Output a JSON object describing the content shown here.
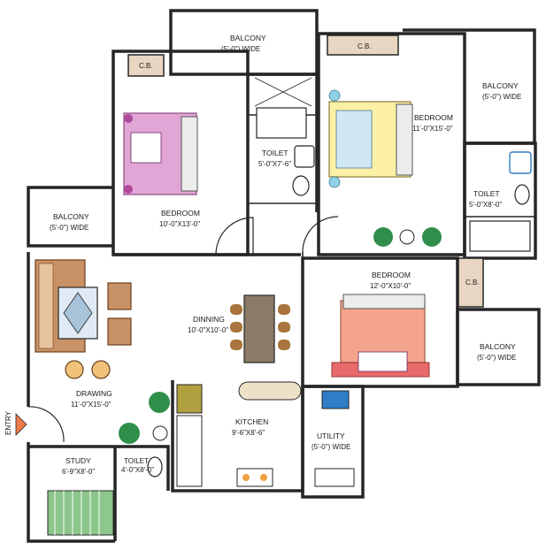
{
  "rooms": {
    "balcony_top": {
      "name": "BALCONY",
      "dim": "(5'-0\") WIDE"
    },
    "balcony_right_top": {
      "name": "BALCONY",
      "dim": "(5'-0\") WIDE"
    },
    "balcony_left": {
      "name": "BALCONY",
      "dim": "(5'-0\") WIDE"
    },
    "balcony_right_bottom": {
      "name": "BALCONY",
      "dim": "(5'-0\") WIDE"
    },
    "bedroom_left": {
      "name": "BEDROOM",
      "dim": "10'-0\"X13'-0\""
    },
    "bedroom_right": {
      "name": "BEDROOM",
      "dim": "11'-0\"X15'-0\""
    },
    "bedroom_mid": {
      "name": "BEDROOM",
      "dim": "12'-0\"X10'-0\""
    },
    "toilet_mid": {
      "name": "TOILET",
      "dim": "5'-0\"X7'-6\""
    },
    "toilet_right": {
      "name": "TOILET",
      "dim": "5'-0\"X8'-0\""
    },
    "toilet_small": {
      "name": "TOILET",
      "dim": "4'-0\"X8'-0\""
    },
    "dinning": {
      "name": "DINNING",
      "dim": "10'-0\"X10'-0\""
    },
    "drawing": {
      "name": "DRAWING",
      "dim": "11'-0\"X15'-0\""
    },
    "kitchen": {
      "name": "KITCHEN",
      "dim": "9'-6\"X8'-6\""
    },
    "utility": {
      "name": "UTILITY",
      "dim": "(5'-0\") WIDE"
    },
    "study": {
      "name": "STUDY",
      "dim": "6'-9\"X8'-0\""
    }
  },
  "cb_labels": {
    "left": "C.B.",
    "top_right": "C.B.",
    "mid": "C.B."
  },
  "entry_label": "ENTRY",
  "colors": {
    "wall": "#262626",
    "cb_fill": "#e8d6c2",
    "bed_left": "#e1a6d6",
    "bed_right": "#fbf0a6",
    "bed_mid": "#f4a48c",
    "sofa": "#c89266",
    "chair_wood": "#a9753c",
    "plant": "#2f8f4a",
    "tv": "#2e7dc6",
    "stair": "#8cc68c"
  },
  "icons": {
    "entry": "triangle-arrow-icon",
    "plant": "potted-plant-icon",
    "sink": "sink-icon",
    "wc": "toilet-icon",
    "bed": "bed-icon",
    "table": "dining-table-icon",
    "sofa": "sofa-icon",
    "lamp": "floor-lamp-icon",
    "stove": "stove-icon",
    "tv": "tv-icon"
  }
}
